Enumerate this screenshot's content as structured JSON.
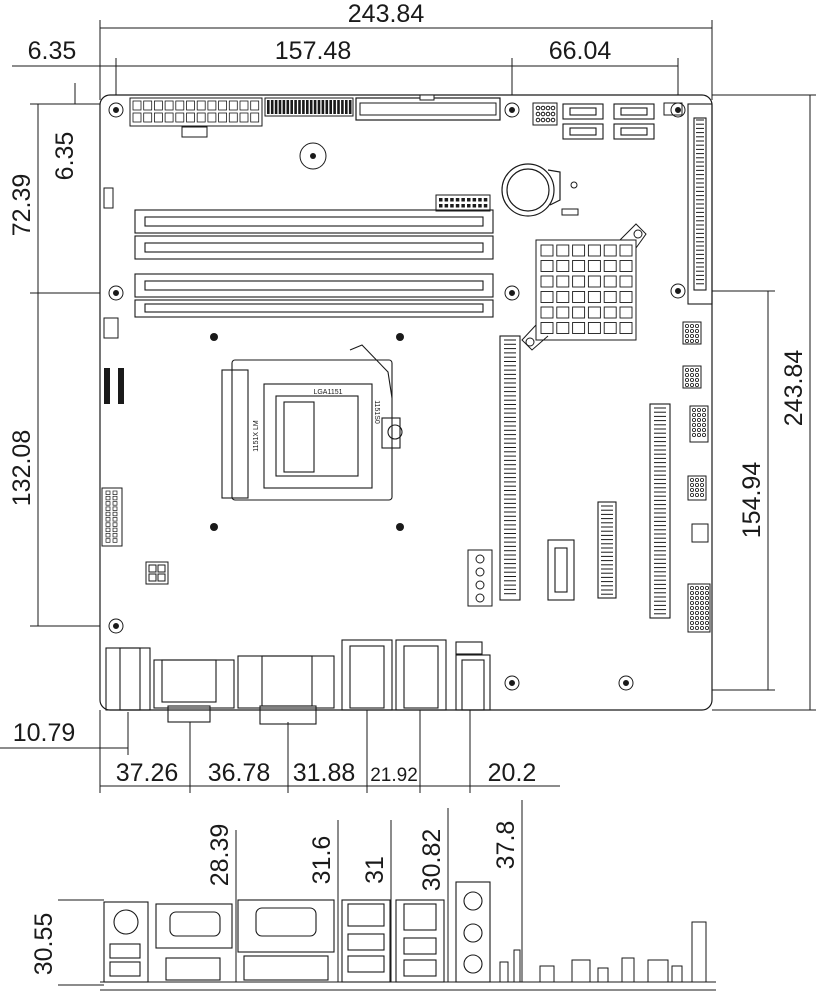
{
  "dimensions": {
    "top_overall": "243.84",
    "top_left_offset": "6.35",
    "top_hole_span": "157.48",
    "top_right_span": "66.04",
    "left_top_offset": "6.35",
    "left_upper": "72.39",
    "left_middle": "132.08",
    "right_overall": "243.84",
    "right_lower": "154.94",
    "io_ps2_offset": "10.79",
    "io_spacing": [
      "37.26",
      "36.78",
      "31.88",
      "21.92",
      "20.2"
    ],
    "rear_heights": [
      "28.39",
      "31.6",
      "31",
      "30.82",
      "37.8"
    ],
    "rear_ps2_height": "30.55"
  },
  "labels": {
    "cpu_socket_left": "1151X LM",
    "cpu_socket_right": "LGA1151",
    "cpu_socket_side": "1151S0"
  },
  "colors": {
    "line": "#1a1a1a",
    "board": "#ffffff",
    "fill_dark": "#222222",
    "fill_mid": "#8a8a8a"
  }
}
